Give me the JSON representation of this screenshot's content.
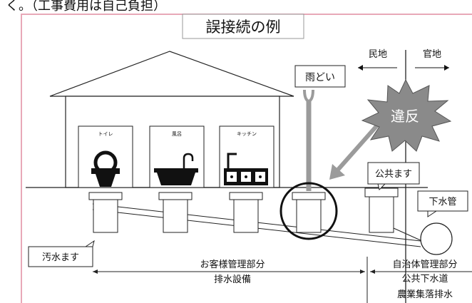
{
  "header_fragment": "く。（工事費用は自己負担）",
  "title": "誤接続の例",
  "labels": {
    "private_land": "民地",
    "public_land": "官地",
    "rain_gutter": "雨どい",
    "violation": "違反",
    "toilet": "トイレ",
    "bath": "風呂",
    "kitchen": "キッチン",
    "public_box": "公共ます",
    "sewer_pipe": "下水管",
    "sewage_box": "汚水ます",
    "customer_managed": "お客様管理部分",
    "drainage_facility": "排水設備",
    "municipal_managed": "自治体管理部分",
    "public_sewer": "公共下水道",
    "rural_drainage": "農業集落排水"
  },
  "colors": {
    "frame_border": "#e8a9b8",
    "gutter_gray": "#9b9b9b",
    "ink": "#111111"
  }
}
